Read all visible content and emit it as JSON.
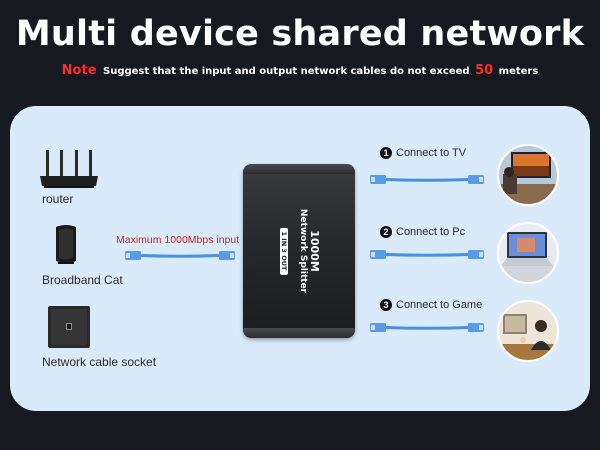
{
  "title": "Multi device shared network",
  "note": {
    "label": "Note",
    "text_before": "Suggest that the input and output network cables do not exceed",
    "number": "50",
    "text_after": "meters"
  },
  "inputs": [
    {
      "label": "router",
      "icon": "router-icon"
    },
    {
      "label": "Broadband Cat",
      "icon": "modem-icon"
    },
    {
      "label": "Network cable socket",
      "icon": "wall-socket-icon"
    }
  ],
  "input_cable_label": "Maximum 1000Mbps input",
  "splitter": {
    "line1": "1000M",
    "line2": "Network Splitter",
    "line3": "1 IN 3 OUT"
  },
  "outputs": [
    {
      "number": "1",
      "label": "Connect to TV",
      "icon": "tv-scene-icon"
    },
    {
      "number": "2",
      "label": "Connect to Pc",
      "icon": "laptop-scene-icon"
    },
    {
      "number": "3",
      "label": "Connect to Game",
      "icon": "gamer-scene-icon"
    }
  ],
  "colors": {
    "background": "#16191f",
    "panel": "#d9ebfb",
    "accent_red": "#ff2a2a",
    "cable_blue": "#4a90e2",
    "splitter": "#27282b"
  }
}
